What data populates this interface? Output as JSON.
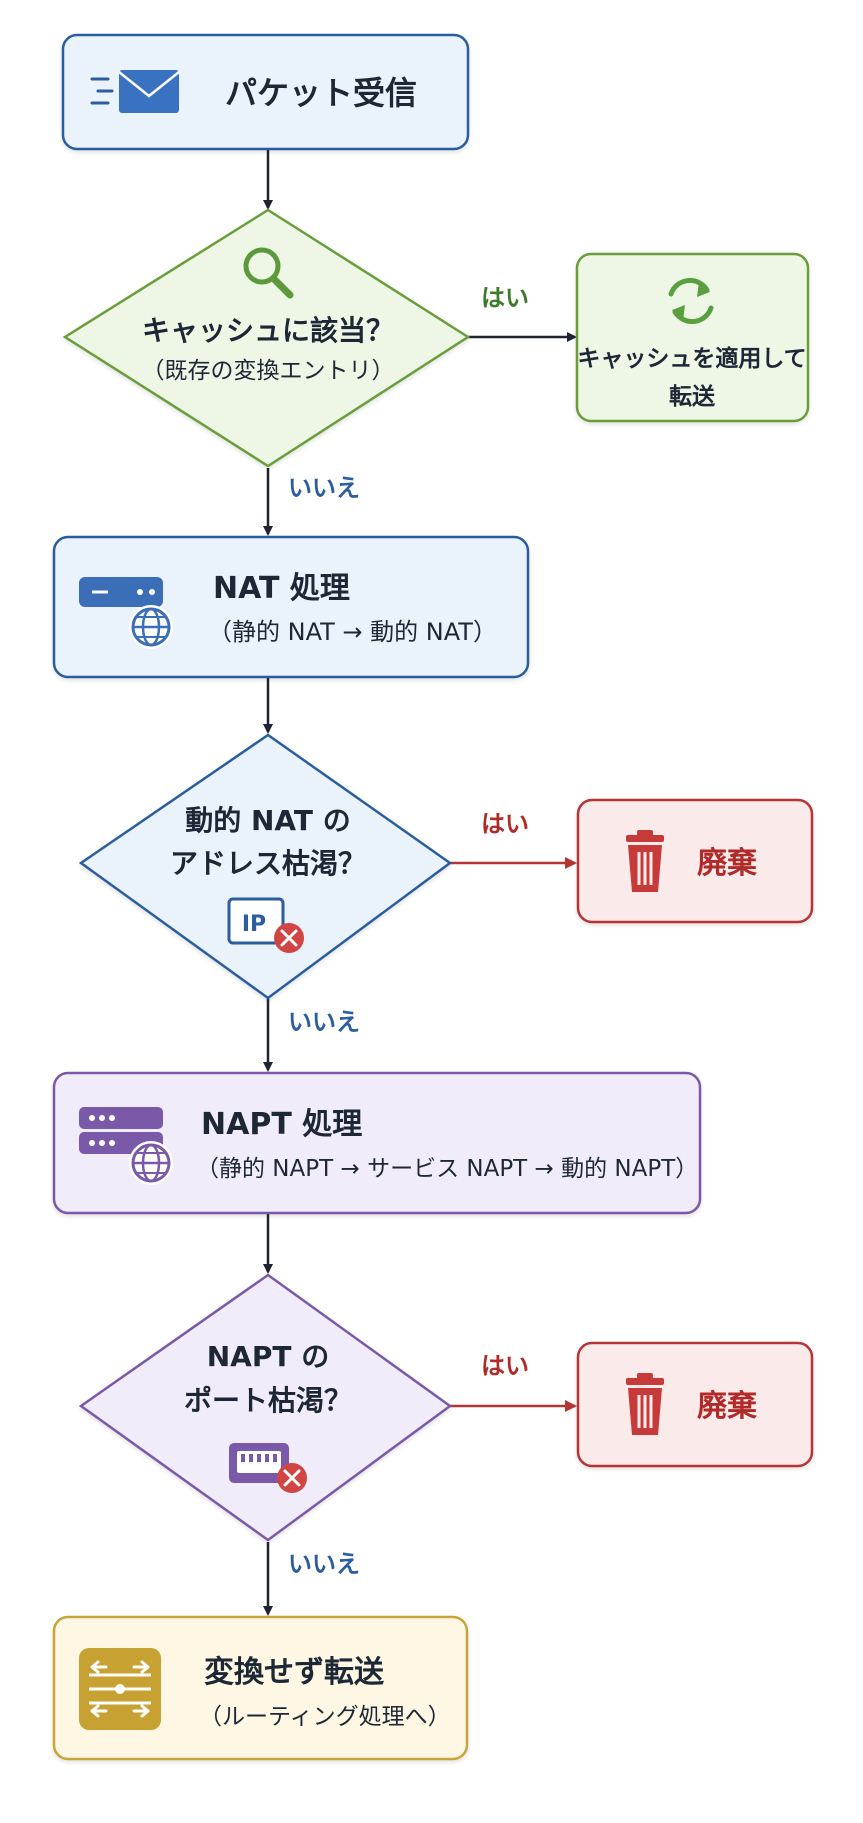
{
  "nodes": {
    "receive": {
      "title": "パケット受信"
    },
    "cache_check": {
      "line1": "キャッシュに該当？",
      "line2": "（既存の変換エントリ）"
    },
    "cache_apply": {
      "line1": "キャッシュを適用して",
      "line2": "転送"
    },
    "nat": {
      "title": "NAT 処理",
      "sub": "（静的 NAT → 動的 NAT）"
    },
    "nat_exhaust": {
      "line1": "動的 NAT の",
      "line2": "アドレス枯渇？",
      "icon_text": "IP"
    },
    "discard1": {
      "title": "廃棄"
    },
    "napt": {
      "title": "NAPT 処理",
      "sub": "（静的 NAPT → サービス NAPT → 動的 NAPT）"
    },
    "napt_exhaust": {
      "line1": "NAPT の",
      "line2": "ポート枯渇？"
    },
    "discard2": {
      "title": "廃棄"
    },
    "forward": {
      "title": "変換せず転送",
      "sub": "（ルーティング処理へ）"
    }
  },
  "edges": {
    "yes1": "はい",
    "no1": "いいえ",
    "yes2": "はい",
    "no2": "いいえ",
    "yes3": "はい",
    "no3": "いいえ"
  },
  "colors": {
    "blue": "#2c5d9e",
    "blue_fill": "#eaf2fb",
    "green": "#6a9e3a",
    "green_fill": "#eef6e5",
    "red": "#b53434",
    "red_fill": "#fbeaea",
    "purple": "#7a5aa8",
    "purple_fill": "#f1ecf9",
    "gold": "#c9a43a",
    "gold_fill": "#fdf7e4",
    "label_green": "#3c7a2a",
    "label_red": "#b02a2a",
    "label_blue": "#2c5d9e"
  }
}
